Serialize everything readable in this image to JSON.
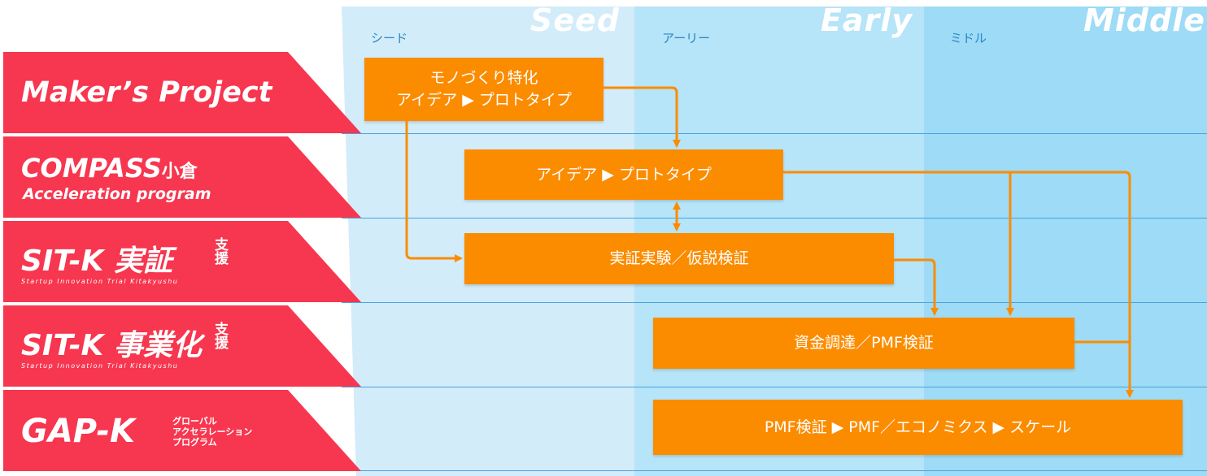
{
  "stages": [
    {
      "en": "Seed",
      "jp": "シード"
    },
    {
      "en": "Early",
      "jp": "アーリー"
    },
    {
      "en": "Middle",
      "jp": "ミドル"
    }
  ],
  "programs": [
    {
      "name": "Maker’s Project"
    },
    {
      "name": "COMPASS",
      "name_suffix": "小倉",
      "subtitle": "Acceleration program"
    },
    {
      "name": "SIT-K 実証",
      "badge_top": "支",
      "badge_bottom": "援",
      "tagline": "Startup Innovation Trial Kitakyushu"
    },
    {
      "name": "SIT-K 事業化",
      "badge_top": "支",
      "badge_bottom": "援",
      "tagline": "Startup Innovation Trial Kitakyushu"
    },
    {
      "name": "GAP-K",
      "desc_lines": [
        "グローバル",
        "アクセラレーション",
        "プログラム"
      ]
    }
  ],
  "boxes": {
    "maker_line1": "モノづくり特化",
    "maker_line2": "アイデア ▶ プロトタイプ",
    "compass": "アイデア ▶ プロトタイプ",
    "sitk_trial": "実証実験／仮説検証",
    "sitk_biz": "資金調達／PMF検証",
    "gapk": "PMF検証 ▶ PMF／エコノミクス ▶ スケール"
  },
  "colors": {
    "program_red": "#f7364f",
    "task_orange": "#fb8c00",
    "seed_band": "#d2ecfa",
    "early_band": "#b6e4f8",
    "middle_band": "#9ddbf6",
    "divider_blue": "#4aa3dc"
  }
}
